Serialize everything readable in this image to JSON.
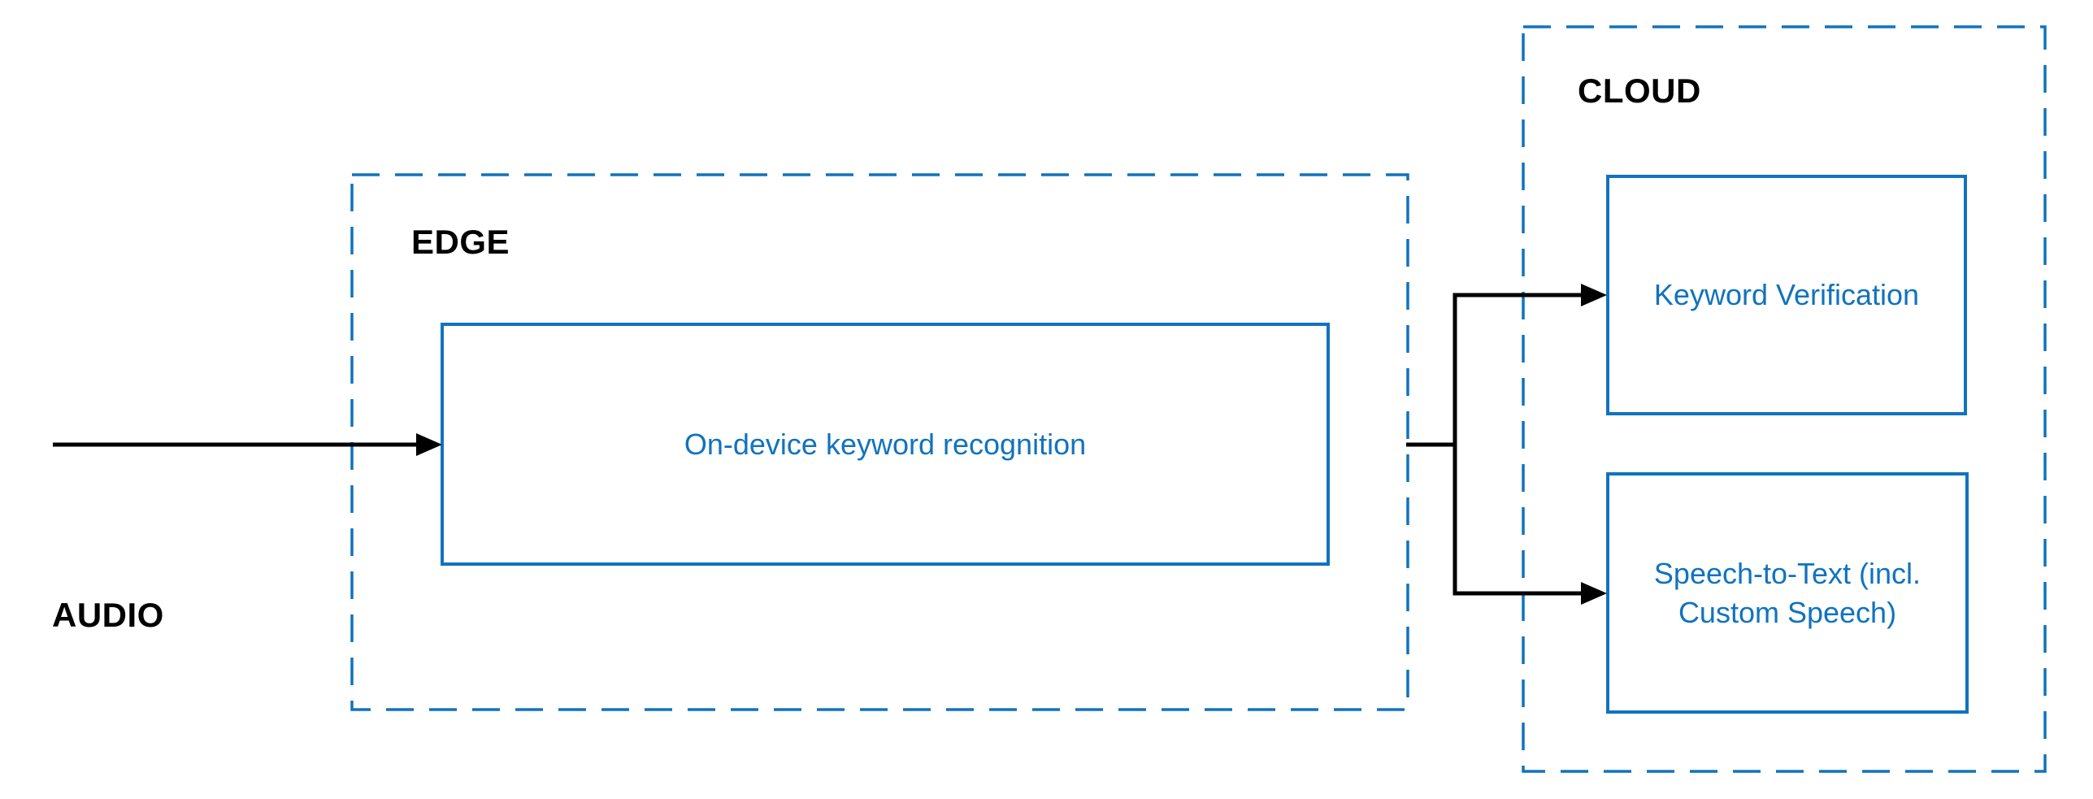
{
  "diagram": {
    "background_color": "#ffffff",
    "accent_color": "#1173BD",
    "black_color": "#000000",
    "input": {
      "label": "AUDIO"
    },
    "zones": [
      {
        "label": "EDGE"
      },
      {
        "label": "CLOUD"
      }
    ],
    "nodes": [
      {
        "label": "On-device keyword recognition",
        "zone": "EDGE"
      },
      {
        "label": "Keyword Verification",
        "zone": "CLOUD"
      },
      {
        "label": "Speech-to-Text (incl. Custom Speech)",
        "zone": "CLOUD"
      }
    ],
    "connections": [
      {
        "from": "AUDIO",
        "to": "On-device keyword recognition"
      },
      {
        "from": "On-device keyword recognition",
        "to": "Keyword Verification"
      },
      {
        "from": "On-device keyword recognition",
        "to": "Speech-to-Text (incl. Custom Speech)"
      }
    ]
  }
}
